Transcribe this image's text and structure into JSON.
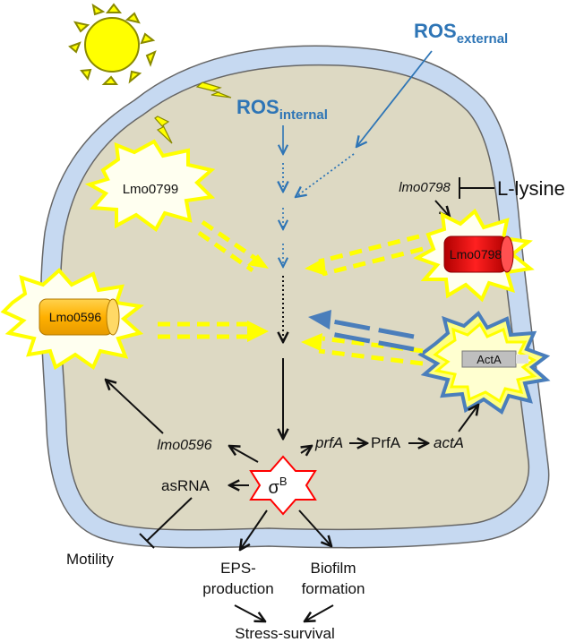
{
  "labels": {
    "ros_internal_main": "ROS",
    "ros_internal_sub": "internal",
    "ros_external_main": "ROS",
    "ros_external_sub": "external",
    "lmo0799": "Lmo0799",
    "lmo0798_gene": "lmo0798",
    "l_lysine": "L-lysine",
    "lmo0798_protein": "Lmo0798",
    "lmo0596_protein": "Lmo0596",
    "acta_protein": "ActA",
    "lmo0596_gene": "lmo0596",
    "prfa_gene": "prfA",
    "prfa_protein": "PrfA",
    "acta_gene": "actA",
    "asrna": "asRNA",
    "sigma": "σ",
    "sigma_sup": "B",
    "motility": "Motility",
    "eps_line1": "EPS-",
    "eps_line2": "production",
    "biofilm_line1": "Biofilm",
    "biofilm_line2": "formation",
    "stress_survival": "Stress-survival"
  },
  "colors": {
    "sun": "#ffff00",
    "sun_outline": "#8a8a00",
    "cell_wall": "#c6d9f1",
    "cytoplasm": "#ddd9c3",
    "ros_blue": "#2e75b6",
    "glow_yellow": "#ffff00",
    "lmo0798_red": "#ff0000",
    "lmo0596_orange": "#ffc000",
    "sigma_star": "#ff0000"
  }
}
